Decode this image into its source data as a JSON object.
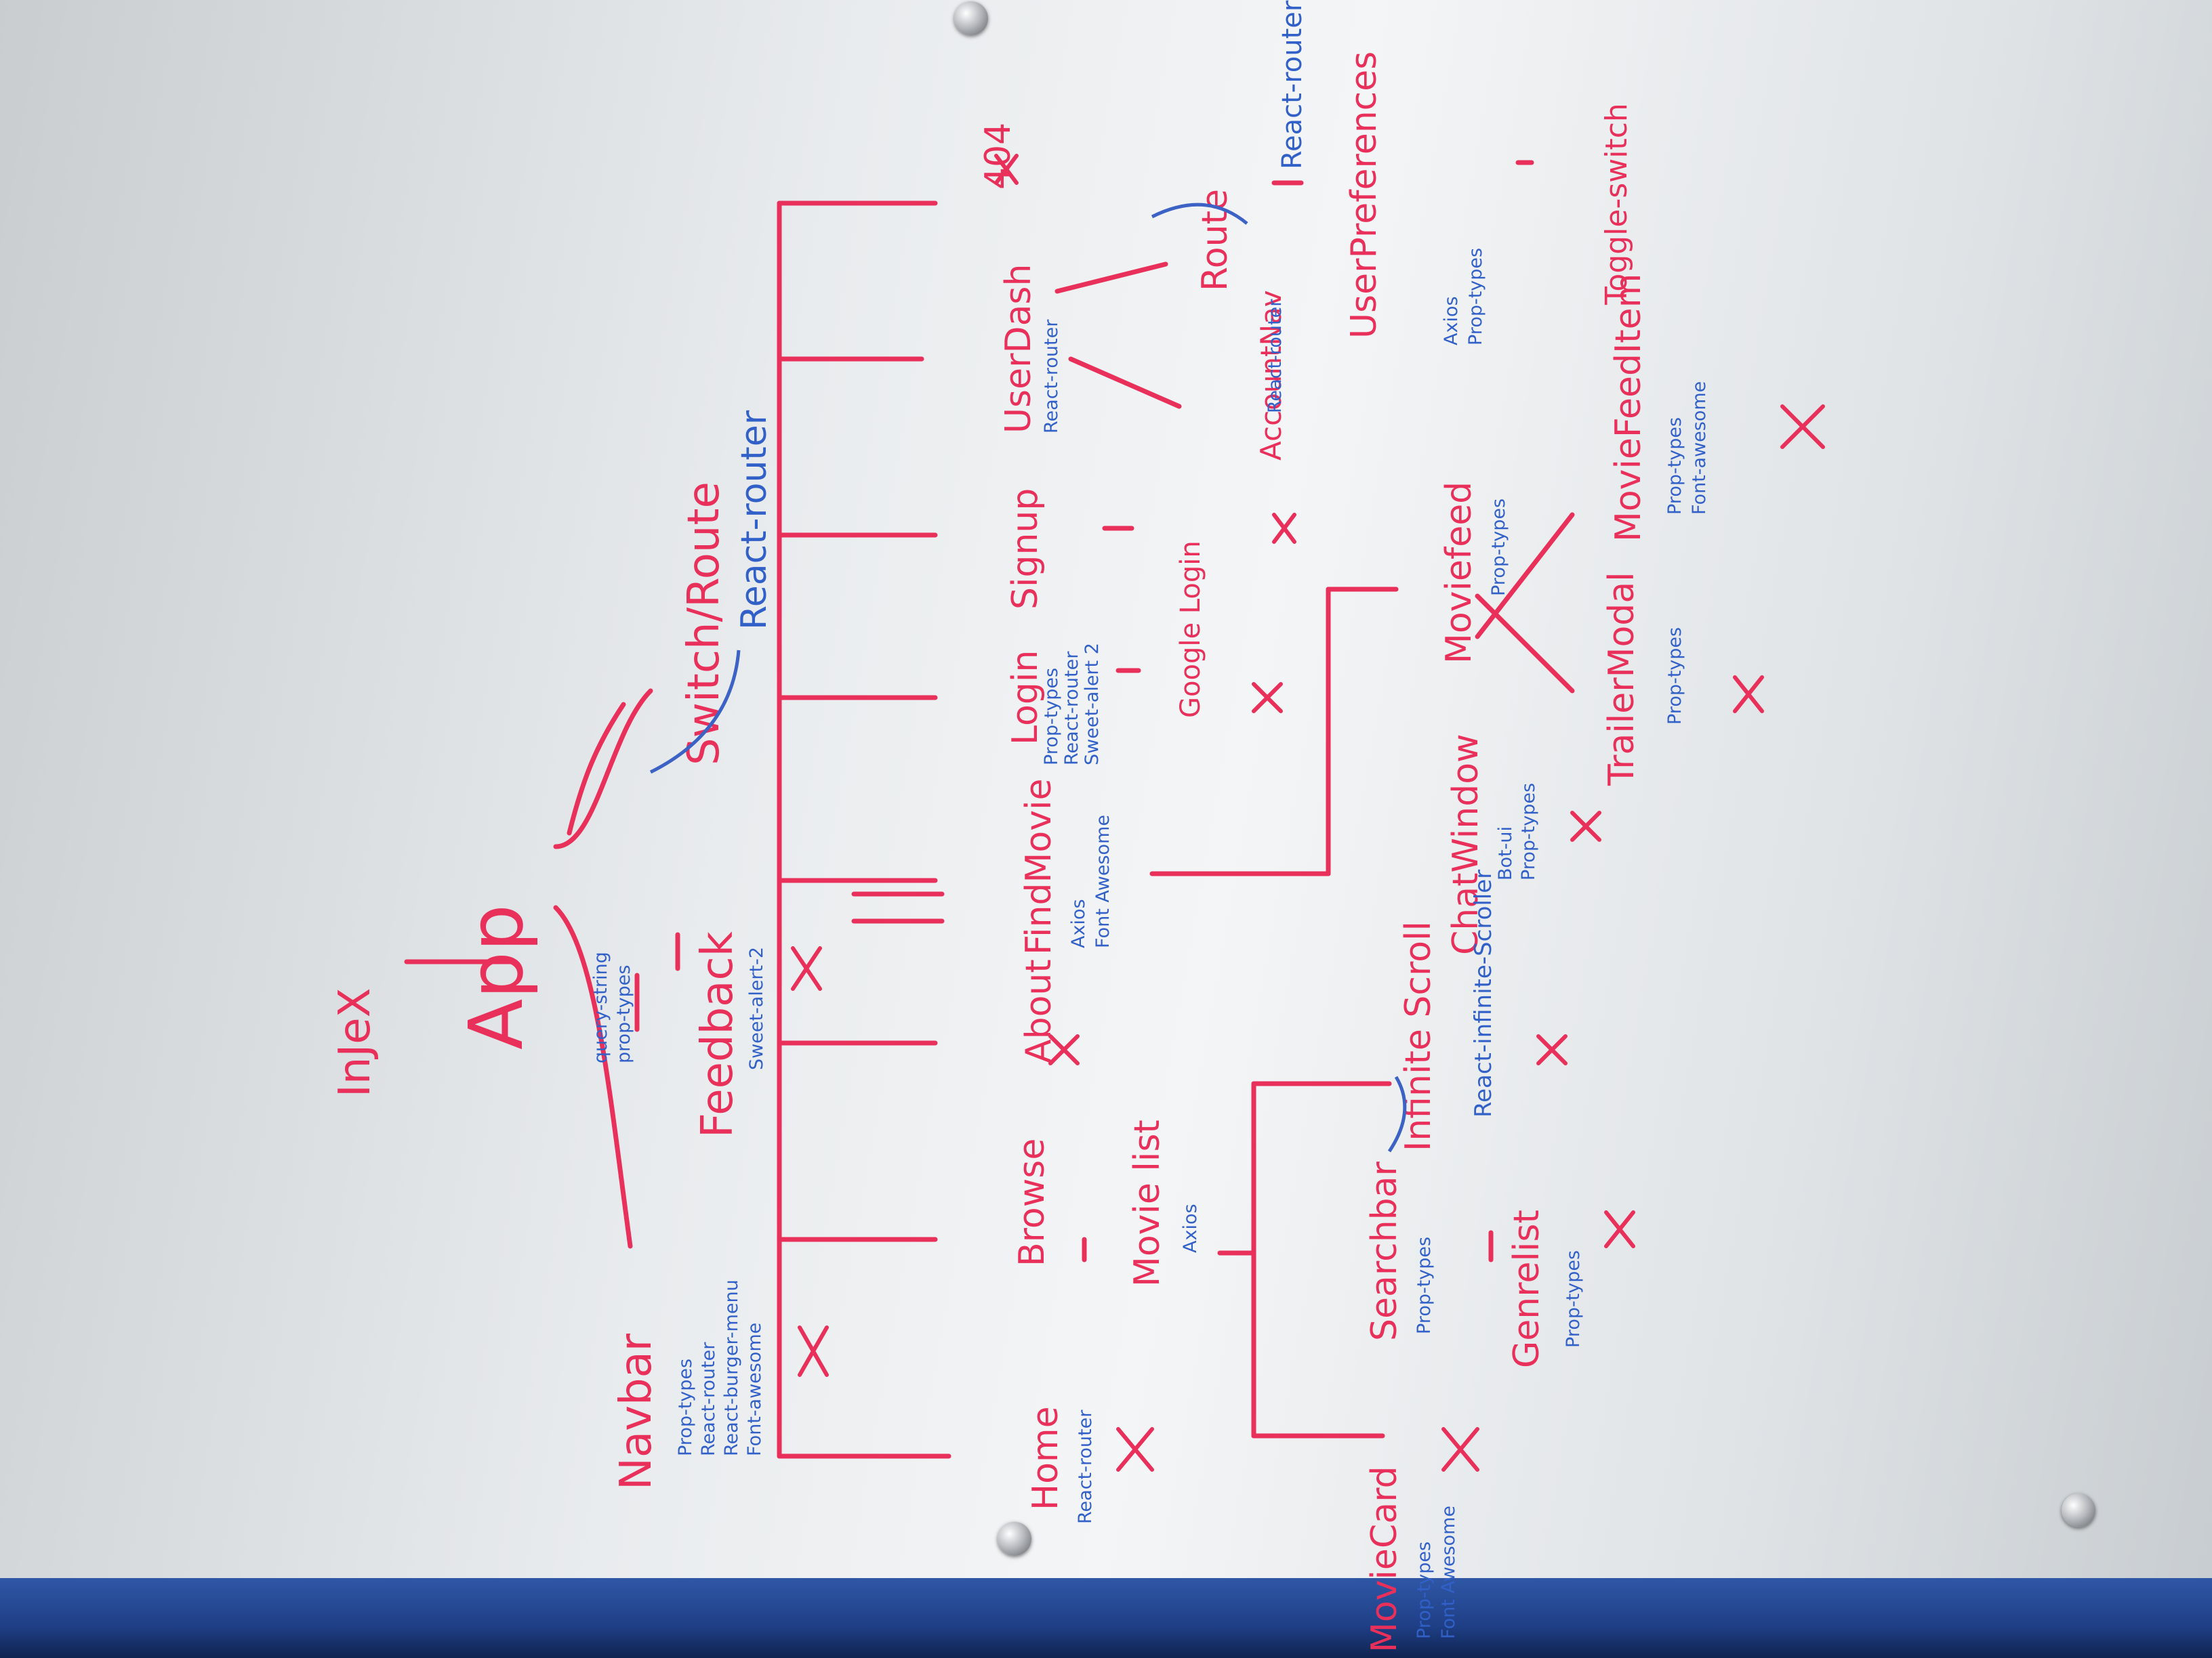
{
  "diagram": {
    "nodes": [
      {
        "id": "index",
        "label": "InJeX",
        "libs": [],
        "crossed": false
      },
      {
        "id": "app",
        "label": "App",
        "libs": [
          "query-string",
          "prop-types"
        ],
        "crossed": false
      },
      {
        "id": "navbar",
        "label": "Navbar",
        "libs": [
          "Prop-types",
          "React-router",
          "React-burger-menu",
          "Font-awesome"
        ],
        "crossed": true
      },
      {
        "id": "feedback",
        "label": "Feedback",
        "libs": [
          "Sweet-alert-2"
        ],
        "crossed": true
      },
      {
        "id": "switch",
        "label": "Switch/Route",
        "note": "React-router",
        "libs": [],
        "crossed": false
      },
      {
        "id": "home",
        "label": "Home",
        "libs": [
          "React-router"
        ],
        "crossed": true
      },
      {
        "id": "browse",
        "label": "Browse",
        "libs": [],
        "crossed": false
      },
      {
        "id": "movielist",
        "label": "Movie list",
        "libs": [
          "Axios"
        ],
        "crossed": false
      },
      {
        "id": "moviecard",
        "label": "MovieCard",
        "libs": [
          "Prop-types",
          "Font Awesome"
        ],
        "crossed": true
      },
      {
        "id": "searchbar",
        "label": "Searchbar",
        "libs": [
          "Prop-types"
        ],
        "crossed": false
      },
      {
        "id": "genrelist",
        "label": "Genrelist",
        "libs": [
          "Prop-types"
        ],
        "crossed": true
      },
      {
        "id": "infinitescroll",
        "label": "Infinite Scroll",
        "libs": [
          "React-infinite-Scroller"
        ],
        "crossed": true
      },
      {
        "id": "about",
        "label": "About",
        "libs": [],
        "crossed": true
      },
      {
        "id": "findmovie",
        "label": "FindMovie",
        "libs": [
          "Axios",
          "Font Awesome"
        ],
        "crossed": false
      },
      {
        "id": "chatwindow",
        "label": "ChatWindow",
        "libs": [
          "Bot-ui",
          "Prop-types"
        ],
        "crossed": true
      },
      {
        "id": "moviefeed",
        "label": "Moviefeed",
        "libs": [
          "Prop-types"
        ],
        "crossed": false
      },
      {
        "id": "trailermodal",
        "label": "TrailerModal",
        "libs": [
          "Prop-types"
        ],
        "crossed": true
      },
      {
        "id": "moviefeeditem",
        "label": "MovieFeedItem",
        "libs": [
          "Prop-types",
          "Font-awesome"
        ],
        "crossed": true
      },
      {
        "id": "login",
        "label": "Login",
        "libs": [
          "Prop-types",
          "React-router",
          "Sweet-alert 2"
        ],
        "crossed": false
      },
      {
        "id": "googlelogin",
        "label": "Google Login",
        "libs": [],
        "crossed": true
      },
      {
        "id": "signup",
        "label": "Signup",
        "libs": [],
        "crossed": false
      },
      {
        "id": "userdash",
        "label": "UserDash",
        "libs": [
          "React-router"
        ],
        "crossed": false
      },
      {
        "id": "accountnav",
        "label": "AccountNav",
        "libs": [
          "React-router"
        ],
        "crossed": true
      },
      {
        "id": "route",
        "label": "Route",
        "note": "React-router",
        "libs": [],
        "crossed": false
      },
      {
        "id": "userpreferences",
        "label": "UserPreferences",
        "libs": [
          "Axios",
          "Prop-types"
        ],
        "crossed": false
      },
      {
        "id": "toggleswitch",
        "label": "Toggle-switch",
        "libs": [],
        "crossed": false
      },
      {
        "id": "notfound",
        "label": "404",
        "libs": [],
        "crossed": true
      }
    ],
    "colors": {
      "component": "#e8305a",
      "library": "#3160c8",
      "board": "#eef0f1",
      "frame": "#1f3f86"
    }
  }
}
